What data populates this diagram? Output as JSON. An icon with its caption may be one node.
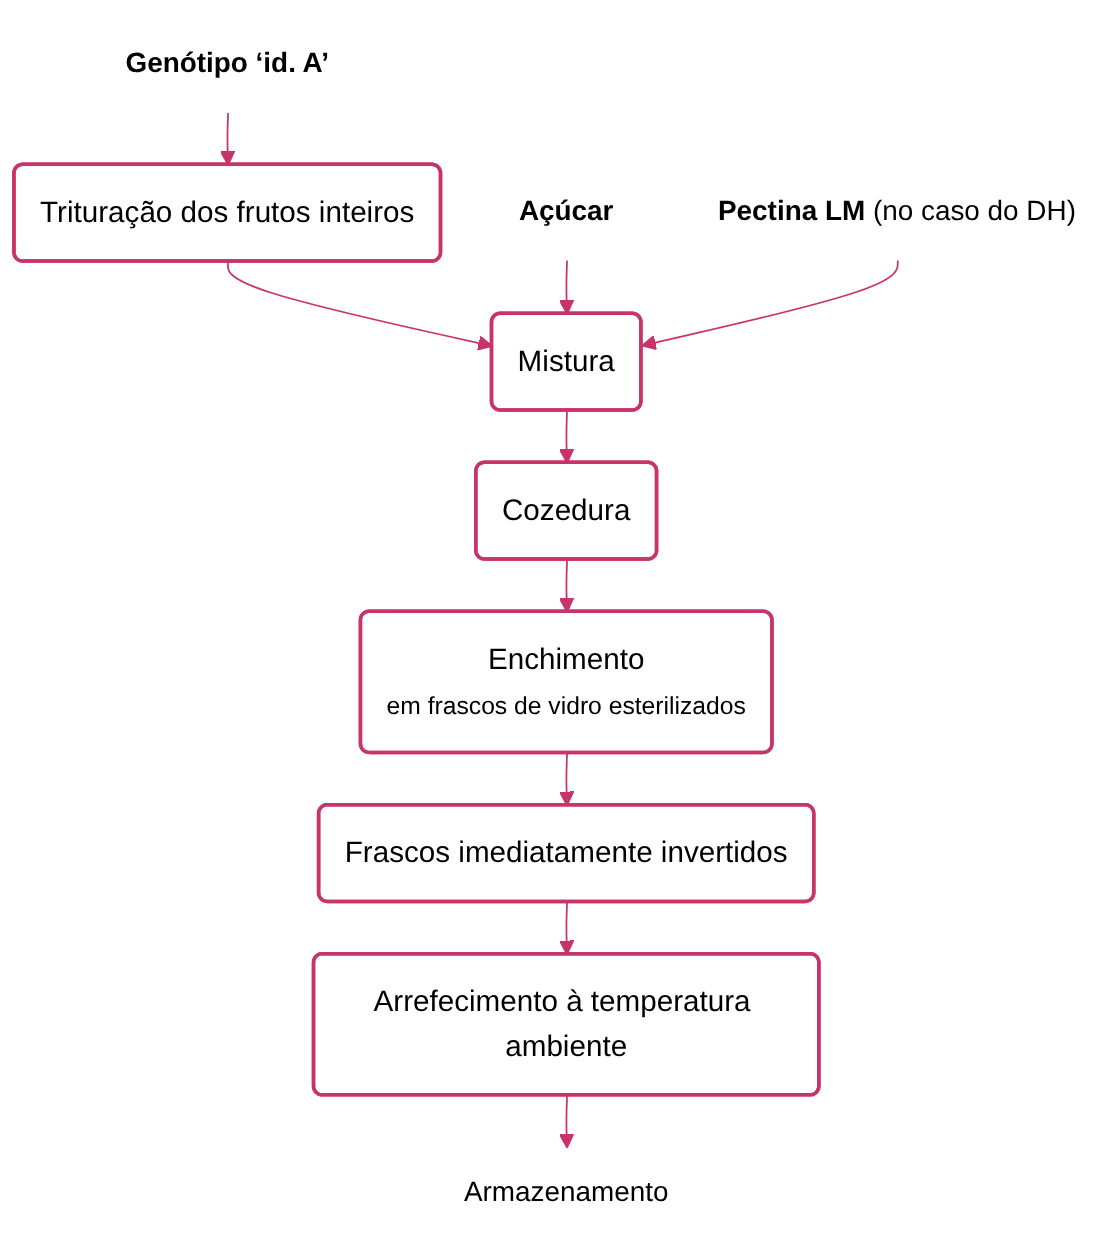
{
  "diagram": {
    "nodes": [
      {
        "text": [
          "Genótipo ‘id. A’"
        ]
      },
      {
        "text": [
          "Trituração dos frutos inteiros"
        ]
      },
      {
        "text": [
          "Mistura"
        ]
      },
      {
        "text": [
          "Cozedura"
        ]
      },
      {
        "text": [
          "Enchimento",
          "em frascos de vidro esterilizados"
        ]
      },
      {
        "text": [
          "Frascos imediatamente invertidos"
        ]
      },
      {
        "text": [
          "Arrefecimento à temperatura ambiente"
        ]
      },
      {
        "text": [
          "Armazenamento"
        ]
      },
      {
        "text": [
          "Açúcar"
        ]
      },
      {
        "text": [
          "**Pectina LM** (no caso do DH)"
        ]
      }
    ],
    "edges": [
      {
        "from": 0,
        "to": 1,
        "arrow": "to"
      },
      {
        "from": 1,
        "to": 2,
        "arrow": "to"
      },
      {
        "from": 2,
        "to": 3,
        "arrow": "to"
      },
      {
        "from": 3,
        "to": 4,
        "arrow": "to"
      },
      {
        "from": 4,
        "to": 5,
        "arrow": "to"
      },
      {
        "from": 5,
        "to": 6,
        "arrow": "to"
      },
      {
        "from": 6,
        "to": 7,
        "arrow": "to"
      },
      {
        "from": 8,
        "to": 2,
        "arrow": "to"
      },
      {
        "from": 9,
        "to": 2,
        "arrow": "to"
      }
    ]
  }
}
